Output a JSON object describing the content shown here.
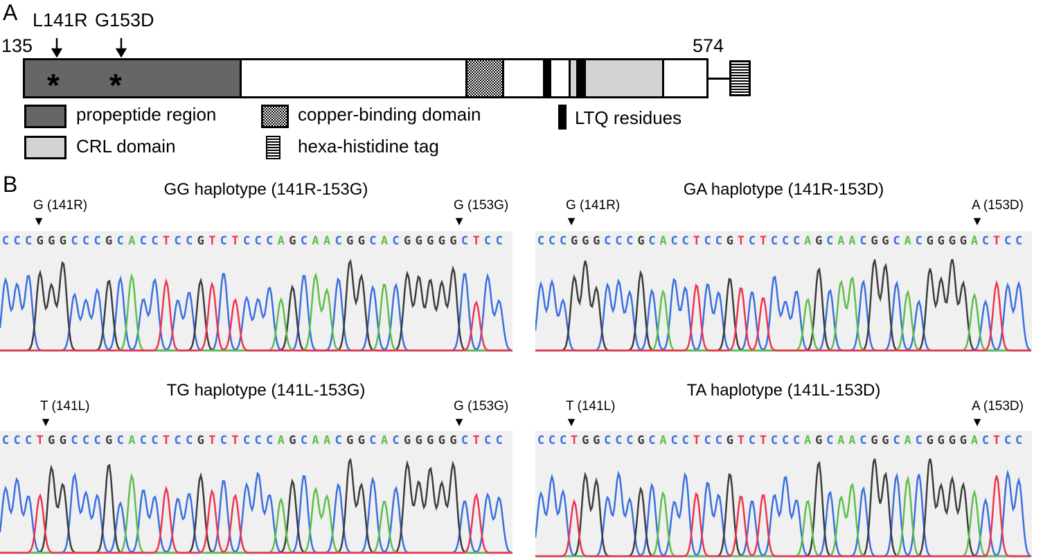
{
  "panel_a": {
    "label": "A",
    "start": "135",
    "end": "574",
    "mutations": [
      "L141R",
      "G153D"
    ],
    "asterisk": "*",
    "legend": {
      "propeptide": "propeptide region",
      "crl": "CRL domain",
      "copper": "copper-binding domain",
      "his": "hexa-histidine tag",
      "ltq": "LTQ residues"
    }
  },
  "panel_b": {
    "label": "B",
    "colors": {
      "A": "#5cbf4a",
      "C": "#3a6fe0",
      "G": "#3c3c3c",
      "T": "#ee3350"
    },
    "chromatograms": [
      {
        "title": "GG haplotype (141R-153G)",
        "left_marker": "G (141R)",
        "right_marker": "G (153G)",
        "sequence": "CCCGGGCCCGCACCTCCGTCTCCCAGCAACGGCACGGGGGCTCC"
      },
      {
        "title": "GA haplotype (141R-153D)",
        "left_marker": "G (141R)",
        "right_marker": "A (153D)",
        "sequence": "CCCGGGCCCGCACCTCCGTCTCCCAGCAACGGCACGGGGACTCC"
      },
      {
        "title": "TG haplotype (141L-153G)",
        "left_marker": "T (141L)",
        "right_marker": "G (153G)",
        "sequence": "CCCTGGCCCGCACCTCCGTCTCCCAGCAACGGCACGGGGGCTCC"
      },
      {
        "title": "TA haplotype (141L-153D)",
        "left_marker": "T (141L)",
        "right_marker": "A (153D)",
        "sequence": "CCCTGGCCCGCACCTCCGTCTCCCAGCAACGGCACGGGGACTCC"
      }
    ],
    "marker_glyph": "▼"
  }
}
